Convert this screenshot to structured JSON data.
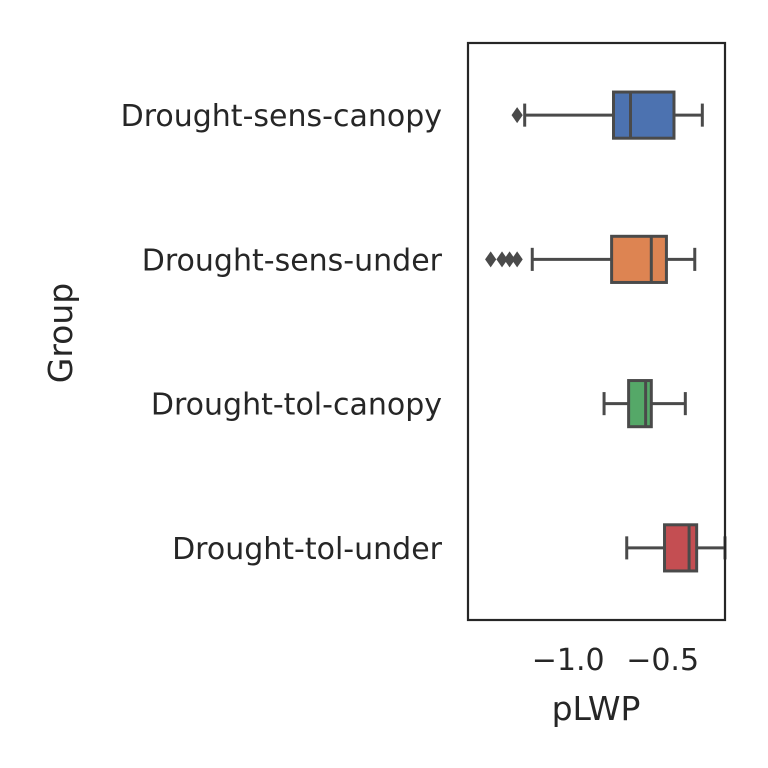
{
  "chart_data": {
    "type": "boxplot",
    "orientation": "horizontal",
    "title": "",
    "xlabel": "pLWP",
    "ylabel": "Group",
    "xlim": [
      -1.53,
      -0.17
    ],
    "xticks": [
      -1.0,
      -0.5
    ],
    "xtick_labels": [
      "−1.0",
      "−0.5"
    ],
    "grid": false,
    "legend": "none",
    "edge_color": "#4a4a4a",
    "frame_color": "#262626",
    "categories": [
      "Drought-sens-canopy",
      "Drought-sens-under",
      "Drought-tol-canopy",
      "Drought-tol-under"
    ],
    "boxes": [
      {
        "category": "Drought-sens-canopy",
        "color": "#4c72b0",
        "whisker_low": -1.23,
        "q1": -0.76,
        "median": -0.67,
        "q3": -0.44,
        "whisker_high": -0.29,
        "outliers": [
          -1.27
        ]
      },
      {
        "category": "Drought-sens-under",
        "color": "#dd8452",
        "whisker_low": -1.19,
        "q1": -0.77,
        "median": -0.56,
        "q3": -0.48,
        "whisker_high": -0.33,
        "outliers": [
          -1.41,
          -1.35,
          -1.31,
          -1.27
        ]
      },
      {
        "category": "Drought-tol-canopy",
        "color": "#55a868",
        "whisker_low": -0.81,
        "q1": -0.68,
        "median": -0.59,
        "q3": -0.56,
        "whisker_high": -0.38,
        "outliers": []
      },
      {
        "category": "Drought-tol-under",
        "color": "#c44e52",
        "whisker_low": -0.69,
        "q1": -0.49,
        "median": -0.36,
        "q3": -0.32,
        "whisker_high": -0.17,
        "outliers": []
      }
    ]
  }
}
